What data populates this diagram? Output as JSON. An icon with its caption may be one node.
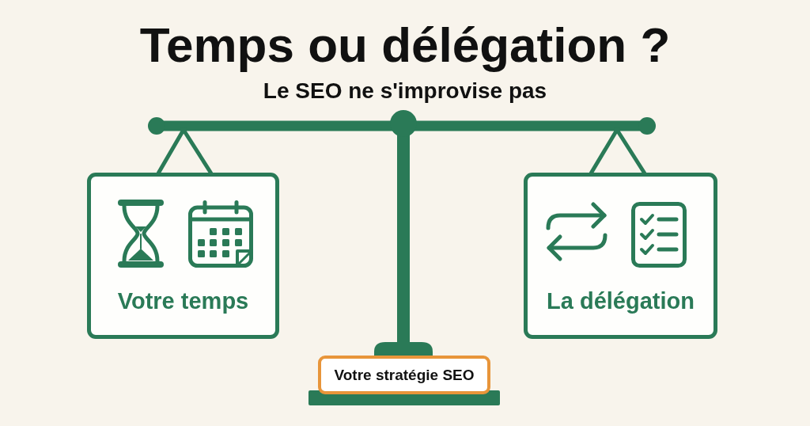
{
  "diagram": {
    "title": "Temps ou délégation ?",
    "nodes": [
      {
        "text": [
          "Votre temps"
        ]
      },
      {
        "text": [
          "La délégation"
        ]
      },
      {
        "text": [
          "Votre stratégie SEO"
        ]
      }
    ],
    "labels": [
      "Le SEO ne s'improvise pas"
    ]
  }
}
